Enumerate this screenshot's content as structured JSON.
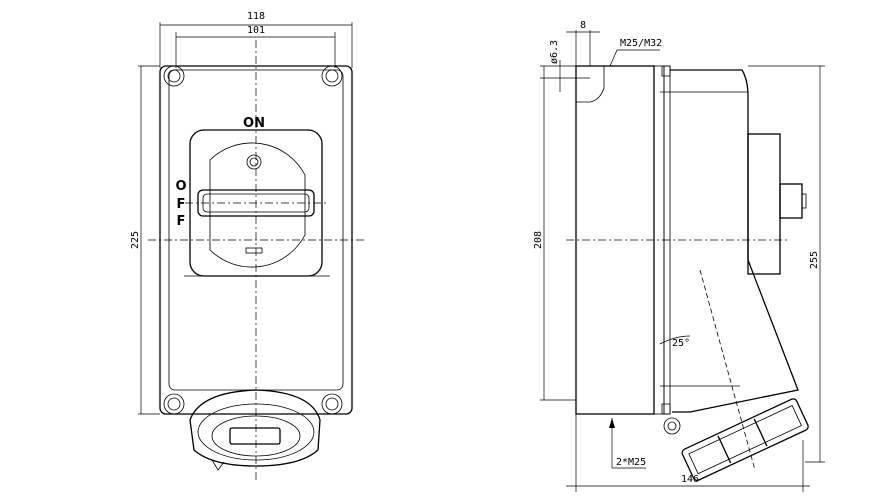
{
  "title": "Switched socket outlet dimension drawing",
  "front_view": {
    "dim_width_outer": "118",
    "dim_width_inner": "101",
    "dim_height": "225",
    "label_on": "ON",
    "label_off_letters": [
      "O",
      "F",
      "F"
    ]
  },
  "side_view": {
    "dim_wall": "8",
    "dim_hole": "ø6.3",
    "entry_thread": "M25/M32",
    "dim_height_body": "208",
    "dim_height_total": "255",
    "angle": "25°",
    "bottom_entries": "2*M25",
    "dim_depth": "146"
  }
}
